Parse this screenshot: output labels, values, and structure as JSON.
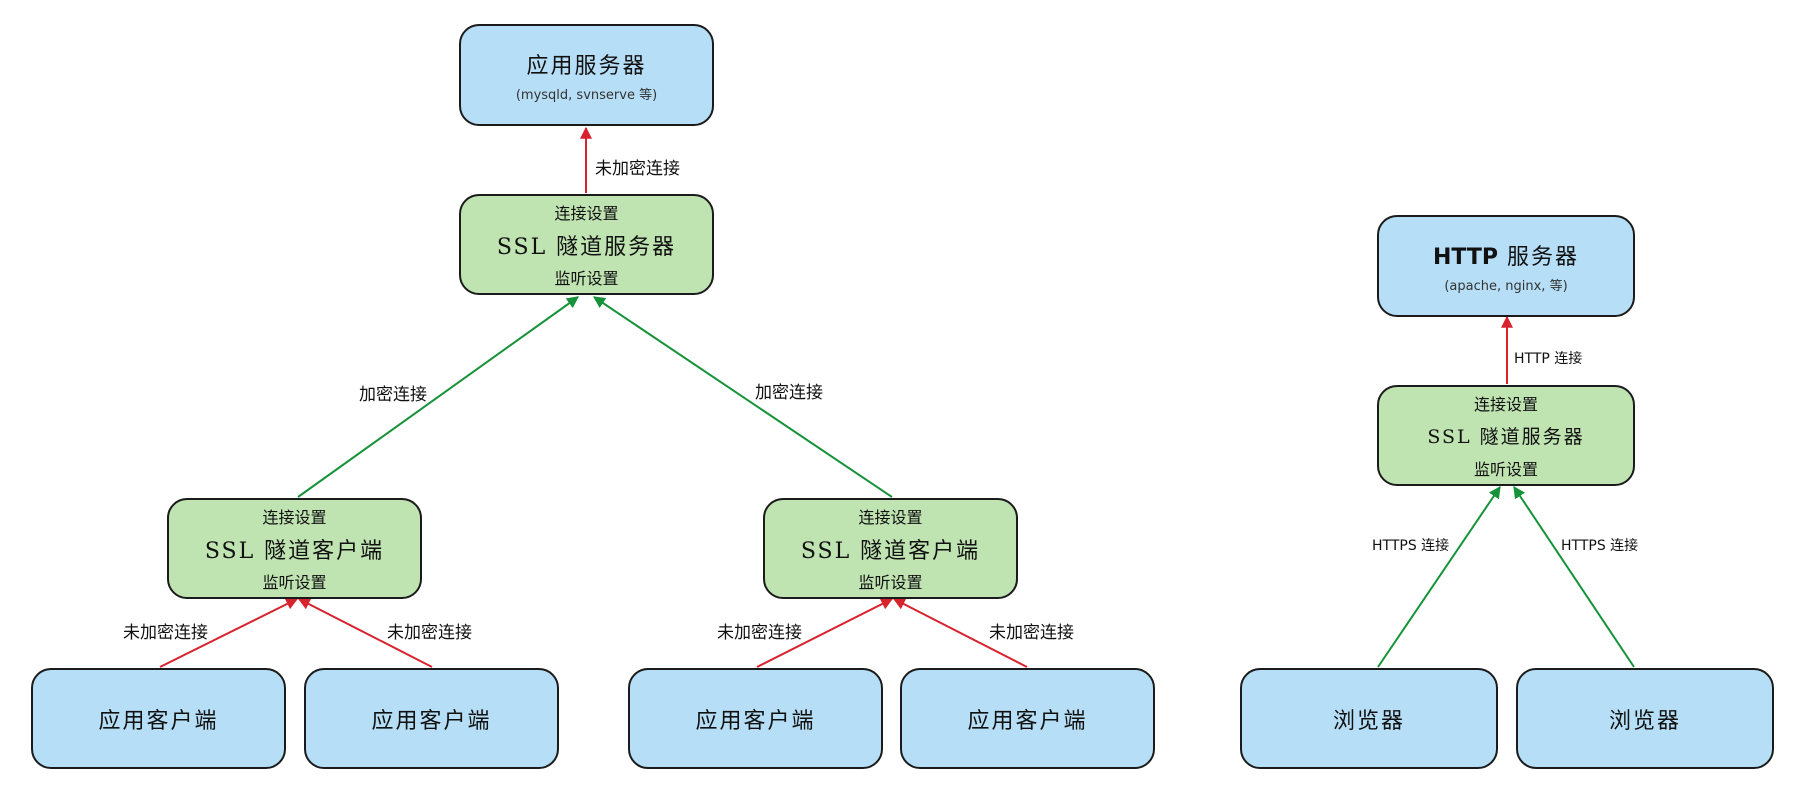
{
  "nodes": {
    "app_server": {
      "title": "应用服务器",
      "subtitle": "(mysqld, svnserve 等)"
    },
    "ssl_server_left": {
      "top": "连接设置",
      "title": "SSL 隧道服务器",
      "bottom": "监听设置"
    },
    "ssl_client_1": {
      "top": "连接设置",
      "title": "SSL 隧道客户端",
      "bottom": "监听设置"
    },
    "ssl_client_2": {
      "top": "连接设置",
      "title": "SSL 隧道客户端",
      "bottom": "监听设置"
    },
    "app_client_1": {
      "title": "应用客户端"
    },
    "app_client_2": {
      "title": "应用客户端"
    },
    "app_client_3": {
      "title": "应用客户端"
    },
    "app_client_4": {
      "title": "应用客户端"
    },
    "http_server": {
      "title_bold": "HTTP",
      "title_rest": " 服务器",
      "subtitle": "(apache, nginx, 等)"
    },
    "ssl_server_right": {
      "top": "连接设置",
      "title": "SSL 隧道服务器",
      "bottom": "监听设置"
    },
    "browser_1": {
      "title": "浏览器"
    },
    "browser_2": {
      "title": "浏览器"
    }
  },
  "edges": {
    "server_to_app": "未加密连接",
    "client1_to_server": "加密连接",
    "client2_to_server": "加密连接",
    "app1_to_client1": "未加密连接",
    "app2_to_client1": "未加密连接",
    "app3_to_client2": "未加密连接",
    "app4_to_client2": "未加密连接",
    "ssl_to_http": "HTTP 连接",
    "browser1_to_ssl": "HTTPS 连接",
    "browser2_to_ssl": "HTTPS 连接"
  },
  "colors": {
    "unencrypted": "#d7232e",
    "encrypted": "#16933a",
    "blue_box": "#b6dff7",
    "green_box": "#bfe3b1"
  }
}
